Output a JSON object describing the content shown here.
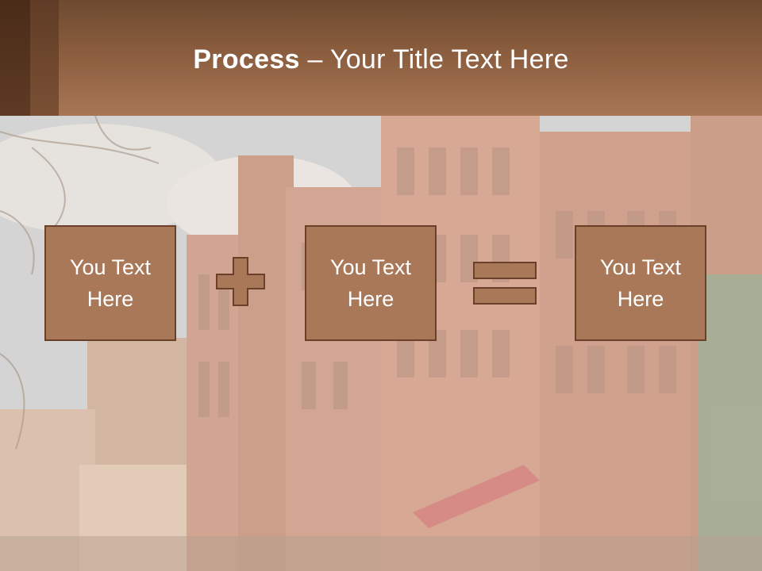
{
  "slide": {
    "title_strong": "Process",
    "title_separator": " – ",
    "title_rest": "Your Title Text Here"
  },
  "process": {
    "boxes": [
      {
        "line1": "You Text",
        "line2": "Here"
      },
      {
        "line1": "You Text",
        "line2": "Here"
      },
      {
        "line1": "You Text",
        "line2": "Here"
      }
    ],
    "operators": [
      "plus-icon",
      "equals-icon"
    ]
  },
  "colors": {
    "header": "#8a5d3e",
    "box_fill": "#a97858",
    "box_border": "#6a4028",
    "text": "#ffffff"
  }
}
